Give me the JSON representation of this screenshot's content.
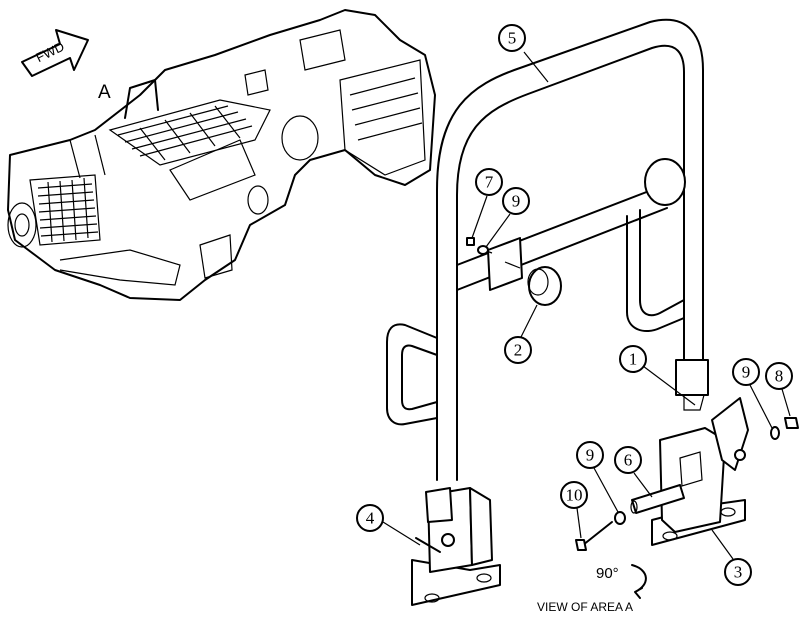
{
  "fwd_label": "FWD",
  "area_marker": "A",
  "view_caption": "VIEW OF AREA  A",
  "rotation_label": "90°",
  "callouts": [
    {
      "id": "callout-1",
      "label": "1"
    },
    {
      "id": "callout-2",
      "label": "2"
    },
    {
      "id": "callout-3",
      "label": "3"
    },
    {
      "id": "callout-4",
      "label": "4"
    },
    {
      "id": "callout-5",
      "label": "5"
    },
    {
      "id": "callout-6",
      "label": "6"
    },
    {
      "id": "callout-7",
      "label": "7"
    },
    {
      "id": "callout-8",
      "label": "8"
    },
    {
      "id": "callout-9a",
      "label": "9"
    },
    {
      "id": "callout-9b",
      "label": "9"
    },
    {
      "id": "callout-9c",
      "label": "9"
    },
    {
      "id": "callout-10",
      "label": "10"
    }
  ]
}
